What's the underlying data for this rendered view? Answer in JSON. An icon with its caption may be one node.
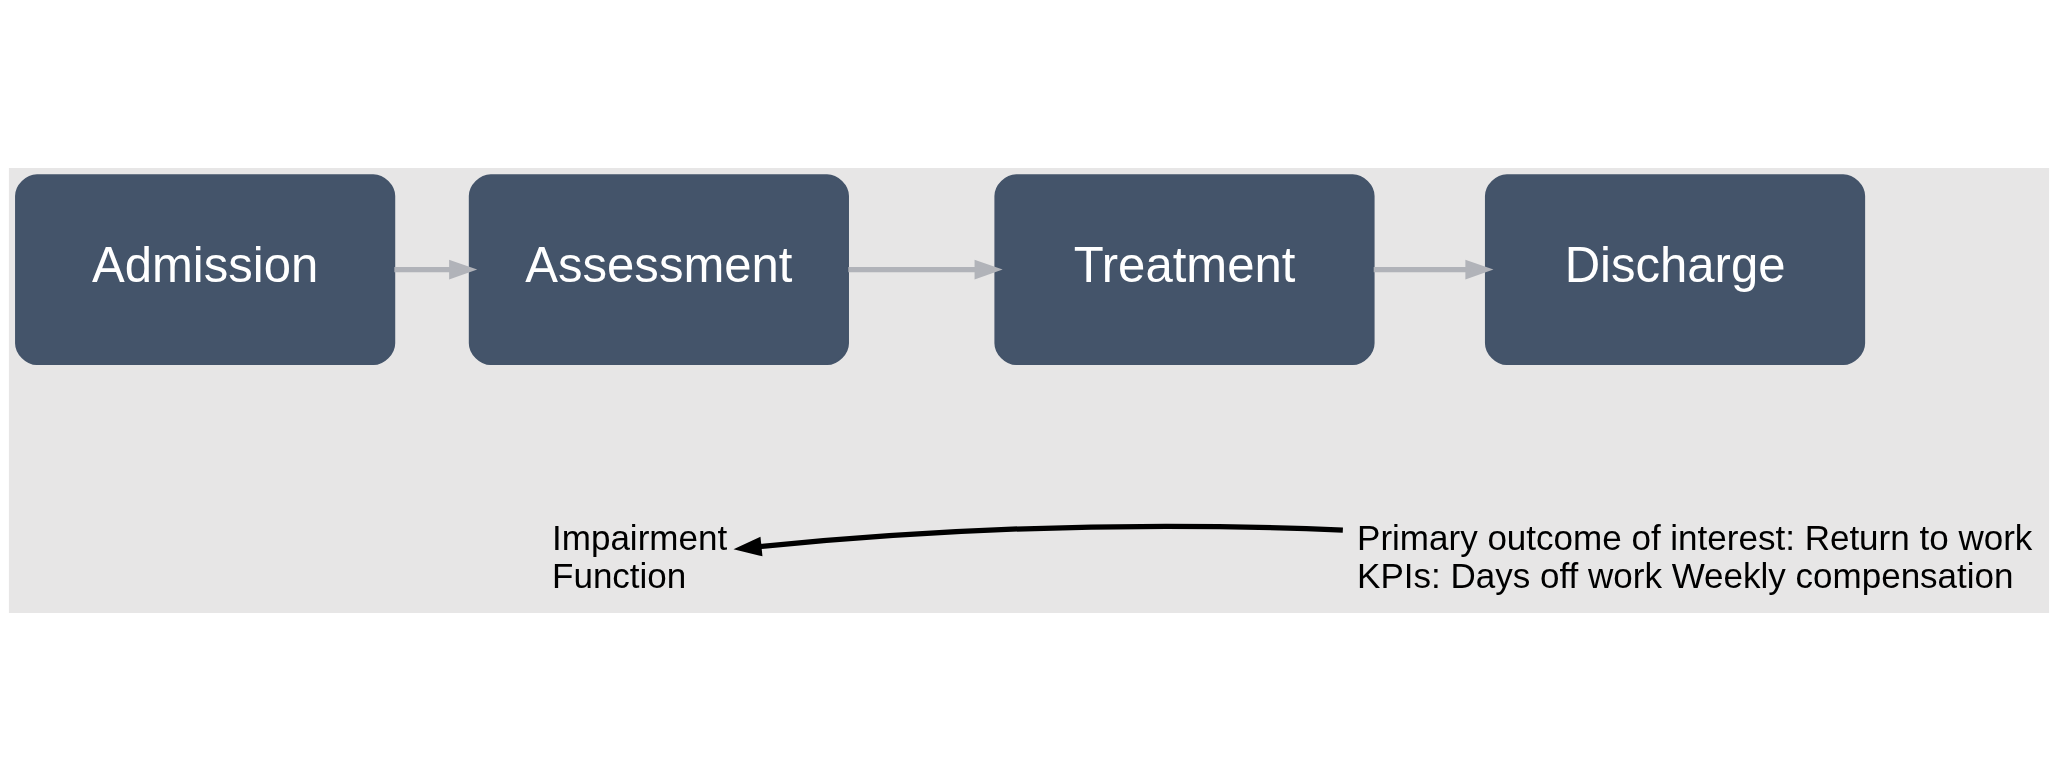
{
  "diagram": {
    "nodes": [
      {
        "text": [
          "Admission"
        ]
      },
      {
        "text": [
          "Assessment"
        ]
      },
      {
        "text": [
          "Treatment"
        ]
      },
      {
        "text": [
          "Discharge"
        ]
      },
      {
        "text": [
          "Impairment",
          "Function"
        ]
      },
      {
        "text": [
          "Primary outcome of interest: Return to work",
          "KPIs: Days off work Weekly compensation"
        ]
      }
    ],
    "edges": [
      {
        "from": 0,
        "to": 1,
        "arrow": "to"
      },
      {
        "from": 1,
        "to": 2,
        "arrow": "to"
      },
      {
        "from": 2,
        "to": 3,
        "arrow": "to"
      },
      {
        "from": 5,
        "to": 4,
        "arrow": "to",
        "color": "#000000"
      }
    ]
  }
}
